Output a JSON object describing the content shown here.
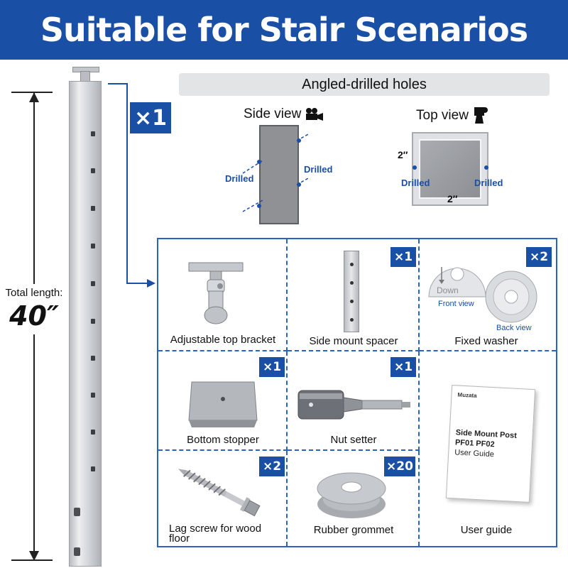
{
  "banner": {
    "title": "Suitable for Stair Scenarios"
  },
  "post": {
    "total_length_label": "Total length:",
    "total_length_value": "40″",
    "quantity": "×1"
  },
  "holes": {
    "header": "Angled-drilled holes",
    "side_view": {
      "title": "Side view",
      "icon": "video-camera-icon",
      "drilled_left": "Drilled",
      "drilled_right": "Drilled"
    },
    "top_view": {
      "title": "Top view",
      "icon": "overhead-camera-icon",
      "dim_side": "2″",
      "dim_bottom": "2″",
      "drilled_left": "Drilled",
      "drilled_right": "Drilled"
    }
  },
  "parts": [
    {
      "label": "Adjustable top bracket",
      "quantity": ""
    },
    {
      "label": "Side mount spacer",
      "quantity": "×1"
    },
    {
      "label": "Fixed washer",
      "quantity": "×2",
      "front_caption": "Front view",
      "back_caption": "Back view",
      "washer_text": "Down"
    },
    {
      "label": "Bottom stopper",
      "quantity": "×1"
    },
    {
      "label": "Nut setter",
      "quantity": "×1"
    },
    {
      "label": "",
      "quantity": ""
    },
    {
      "label": "Lag screw for wood floor",
      "quantity": "×2"
    },
    {
      "label": "Rubber grommet",
      "quantity": "×20"
    },
    {
      "label": "User guide",
      "quantity": "",
      "guide_brand": "Muzata",
      "guide_title": "Side Mount Post",
      "guide_models": "PF01 PF02",
      "guide_subtitle": "User Guide"
    }
  ],
  "colors": {
    "brand_blue": "#1a4fa6",
    "grid_blue": "#2a63c4",
    "header_gray": "#e3e4e6"
  }
}
